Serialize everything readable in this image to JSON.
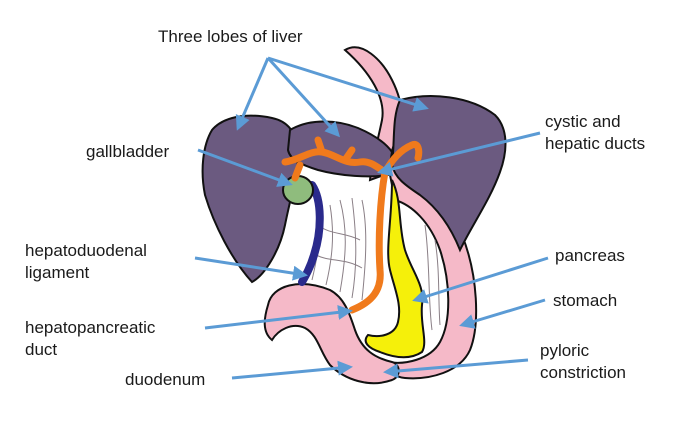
{
  "labels": {
    "liver_lobes": "Three lobes of liver",
    "gallbladder": "gallbladder",
    "cystic_line1": "cystic and",
    "cystic_line2": "hepatic ducts",
    "hepato_line1": "hepatoduodenal",
    "hepato_line2": "ligament",
    "pancreas": "pancreas",
    "stomach": "stomach",
    "hp_line1": "hepatopancreatic",
    "hp_line2": "duct",
    "pyloric_line1": "pyloric",
    "pyloric_line2": "constriction",
    "duodenum": "duodenum"
  },
  "colors": {
    "liver": "#6b5a80",
    "stomach": "#f5b9c8",
    "duct": "#f07a1c",
    "gallbladder": "#8fbc7d",
    "hepatoduodenal_duct": "#2a2a8c",
    "pancreas": "#f5f00a",
    "arrow": "#5b9bd5",
    "outline": "#111111"
  }
}
